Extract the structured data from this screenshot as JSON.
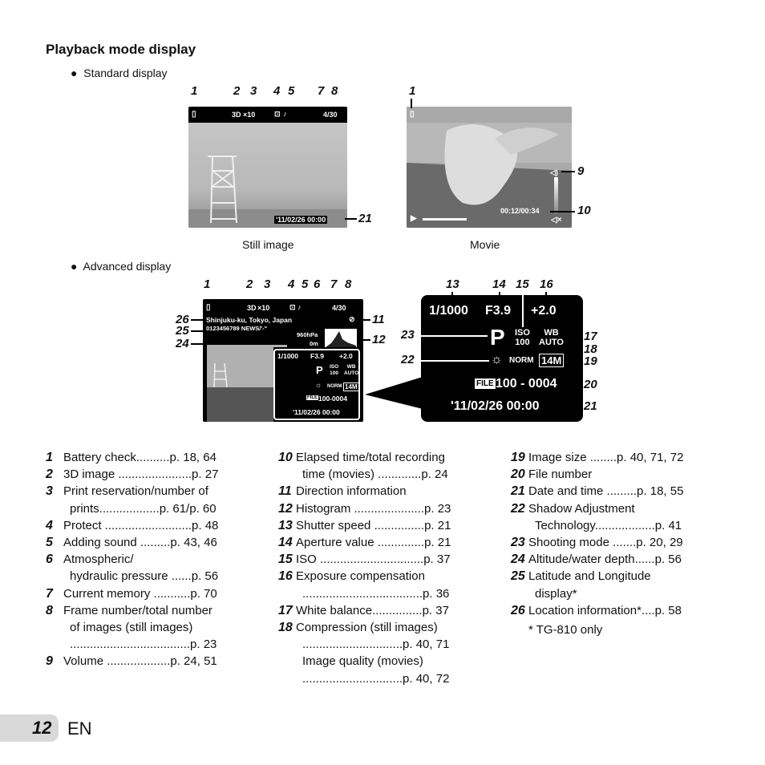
{
  "heading": "Playback mode display",
  "standard_display_label": "Standard display",
  "advanced_display_label": "Advanced display",
  "still_caption": "Still image",
  "movie_caption": "Movie",
  "callouts": {
    "c1": "1",
    "c2": "2",
    "c3": "3",
    "c4": "4",
    "c5": "5",
    "c6": "6",
    "c7": "7",
    "c8": "8",
    "c9": "9",
    "c10": "10",
    "c11": "11",
    "c12": "12",
    "c13": "13",
    "c14": "14",
    "c15": "15",
    "c16": "16",
    "c17": "17",
    "c18": "18",
    "c19": "19",
    "c20": "20",
    "c21": "21",
    "c22": "22",
    "c23": "23",
    "c24": "24",
    "c25": "25",
    "c26": "26"
  },
  "still_screen": {
    "three_d": "3D",
    "print": "×10",
    "frame": "4/30",
    "datetime": "'11/02/26  00:00"
  },
  "movie_screen": {
    "elapsed": "00:12/00:34"
  },
  "advanced_screen": {
    "three_d": "3D",
    "print": "×10",
    "frame": "4/30",
    "location": "Shinjuku-ku, Tokyo, Japan",
    "latlong": "0123456789 NEWS/'-\"",
    "pressure": "960hPa",
    "altitude": "0m",
    "shutter": "1/1000",
    "aperture": "F3.9",
    "exposure": "+2.0",
    "mode": "P",
    "iso_label": "ISO",
    "iso_value": "100",
    "wb_label": "WB",
    "wb_value": "AUTO",
    "norm": "NORM",
    "size": "14M",
    "file_icon": "FILE",
    "file_number": "100-0004",
    "datetime": "'11/02/26  00:00"
  },
  "big_panel": {
    "shutter": "1/1000",
    "aperture": "F3.9",
    "exposure": "+2.0",
    "mode": "P",
    "iso_label": "ISO",
    "iso_value": "100",
    "wb_label": "WB",
    "wb_value": "AUTO",
    "norm": "NORM",
    "size": "14M",
    "file_icon": "FILE",
    "file_number": "100 - 0004",
    "datetime": "'11/02/26  00:00"
  },
  "legend_col1": [
    {
      "n": "1",
      "text": "Battery check..........p. 18, 64"
    },
    {
      "n": "2",
      "text": "3D image ......................p. 27"
    },
    {
      "n": "3",
      "text": "Print reservation/number of"
    },
    {
      "n": "",
      "text": "prints..................p. 61/p. 60",
      "indent": true
    },
    {
      "n": "4",
      "text": "Protect ..........................p. 48"
    },
    {
      "n": "5",
      "text": "Adding sound .........p. 43, 46"
    },
    {
      "n": "6",
      "text": "Atmospheric/"
    },
    {
      "n": "",
      "text": "hydraulic pressure ......p. 56",
      "indent": true
    },
    {
      "n": "7",
      "text": "Current memory ...........p. 70"
    },
    {
      "n": "8",
      "text": "Frame number/total number"
    },
    {
      "n": "",
      "text": "of images (still images)",
      "indent": true
    },
    {
      "n": "",
      "text": "....................................p. 23",
      "indent": true
    },
    {
      "n": "9",
      "text": "Volume ...................p. 24, 51"
    }
  ],
  "legend_col2": [
    {
      "n": "10",
      "text": "Elapsed time/total recording"
    },
    {
      "n": "",
      "text": "time (movies) .............p. 24",
      "indent": true
    },
    {
      "n": "11",
      "text": "Direction information"
    },
    {
      "n": "12",
      "text": "Histogram .....................p. 23"
    },
    {
      "n": "13",
      "text": "Shutter speed ...............p. 21"
    },
    {
      "n": "14",
      "text": "Aperture value ..............p. 21"
    },
    {
      "n": "15",
      "text": "ISO ...............................p. 37"
    },
    {
      "n": "16",
      "text": "Exposure compensation"
    },
    {
      "n": "",
      "text": "....................................p. 36",
      "indent": true
    },
    {
      "n": "17",
      "text": "White balance...............p. 37"
    },
    {
      "n": "18",
      "text": "Compression (still images)"
    },
    {
      "n": "",
      "text": "..............................p. 40, 71",
      "indent": true
    },
    {
      "n": "",
      "text": "Image quality (movies)",
      "indent": true
    },
    {
      "n": "",
      "text": "..............................p. 40, 72",
      "indent": true
    }
  ],
  "legend_col3": [
    {
      "n": "19",
      "text": "Image size ........p. 40, 71, 72"
    },
    {
      "n": "20",
      "text": "File number"
    },
    {
      "n": "21",
      "text": "Date and time .........p. 18, 55"
    },
    {
      "n": "22",
      "text": "Shadow Adjustment"
    },
    {
      "n": "",
      "text": "Technology..................p. 41",
      "indent": true
    },
    {
      "n": "23",
      "text": "Shooting mode .......p. 20, 29"
    },
    {
      "n": "24",
      "text": "Altitude/water depth......p. 56"
    },
    {
      "n": "25",
      "text": "Latitude and Longitude"
    },
    {
      "n": "",
      "text": "display*",
      "indent": true
    },
    {
      "n": "26",
      "text": "Location information*....p. 58"
    }
  ],
  "footnote": "* TG-810 only",
  "page_number": "12",
  "page_lang": "EN"
}
